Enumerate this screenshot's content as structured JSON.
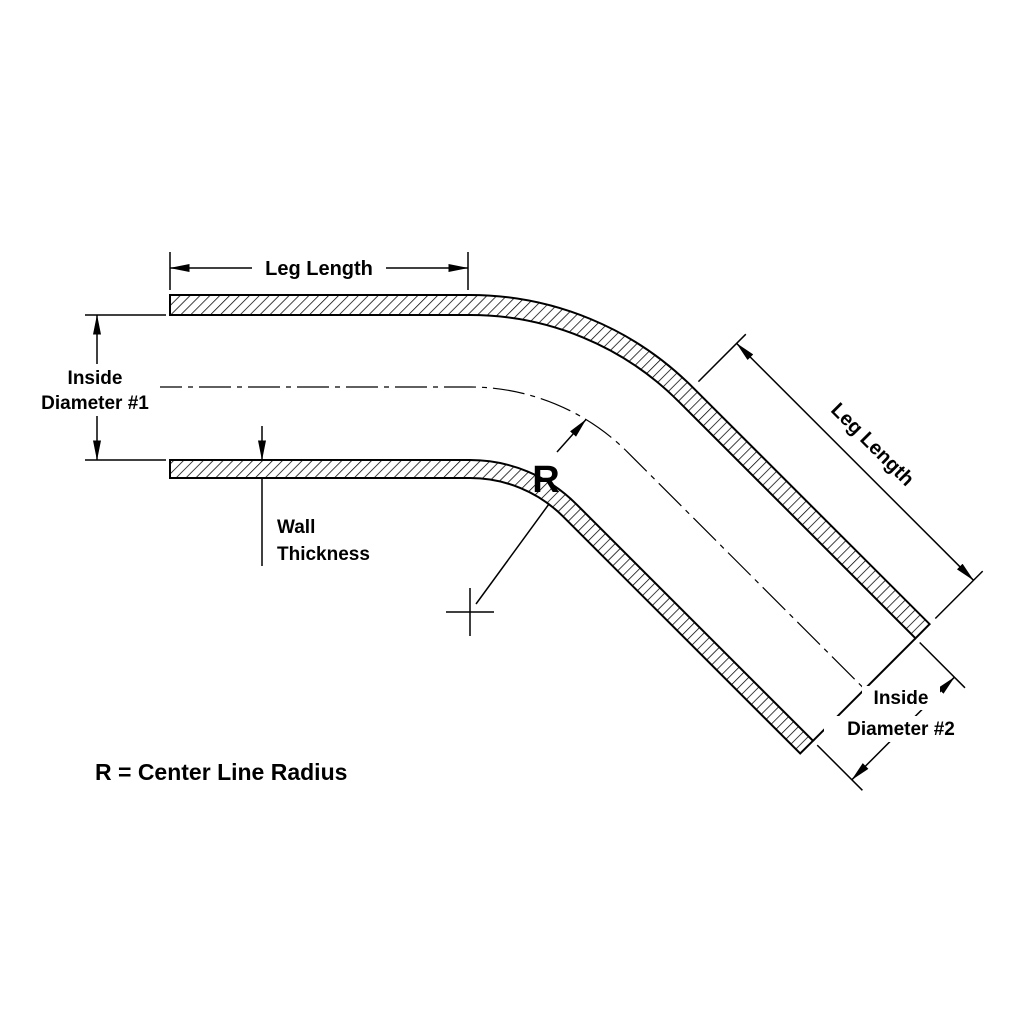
{
  "diagram": {
    "type": "45-degree-elbow-coupler-dimension-diagram",
    "labels": {
      "top_leg_length": "Leg Length",
      "diagonal_leg_length": "Leg Length",
      "inside_diameter_1_line1": "Inside",
      "inside_diameter_1_line2": "Diameter #1",
      "inside_diameter_2_line1": "Inside",
      "inside_diameter_2_line2": "Diameter #2",
      "wall_thickness_line1": "Wall",
      "wall_thickness_line2": "Thickness",
      "radius_symbol": "R",
      "radius_note": "R = Center Line Radius"
    },
    "colors": {
      "line": "#000000",
      "background": "#ffffff"
    }
  }
}
